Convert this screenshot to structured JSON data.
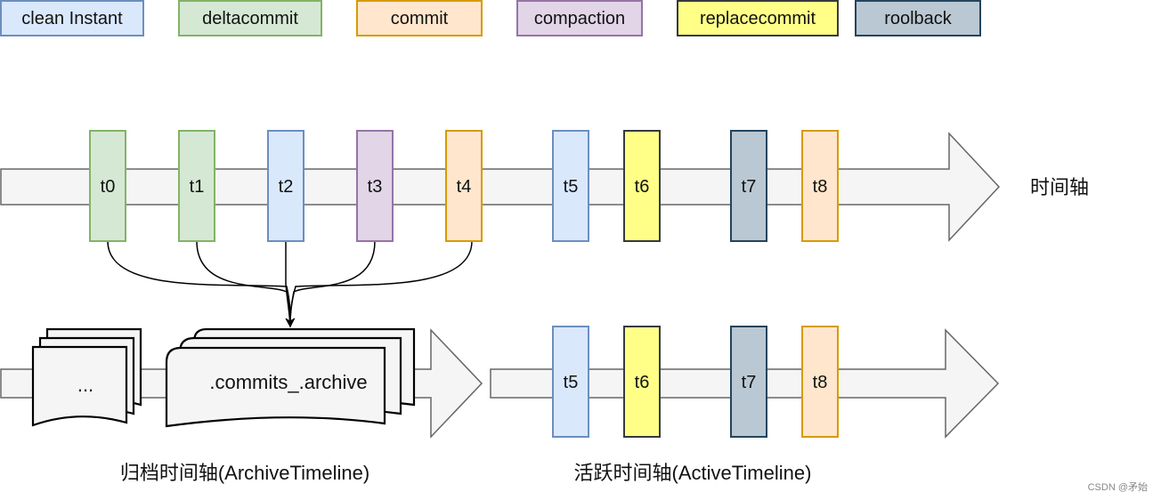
{
  "legend": [
    {
      "label": "clean Instant",
      "fill": "#dae8fc",
      "stroke": "#6c8ebf"
    },
    {
      "label": "deltacommit",
      "fill": "#d5e8d4",
      "stroke": "#82b366"
    },
    {
      "label": "commit",
      "fill": "#ffe6cc",
      "stroke": "#d79b00"
    },
    {
      "label": "compaction",
      "fill": "#e1d5e7",
      "stroke": "#9673a6"
    },
    {
      "label": "replacecommit",
      "fill": "#ffff88",
      "stroke": "#36393d"
    },
    {
      "label": "roolback",
      "fill": "#bac8d3",
      "stroke": "#23445d"
    }
  ],
  "timeline": {
    "label": "时间轴",
    "instants": [
      {
        "label": "t0",
        "type": "deltacommit"
      },
      {
        "label": "t1",
        "type": "deltacommit"
      },
      {
        "label": "t2",
        "type": "clean Instant"
      },
      {
        "label": "t3",
        "type": "compaction"
      },
      {
        "label": "t4",
        "type": "commit"
      },
      {
        "label": "t5",
        "type": "clean Instant"
      },
      {
        "label": "t6",
        "type": "replacecommit"
      },
      {
        "label": "t7",
        "type": "roolback"
      },
      {
        "label": "t8",
        "type": "commit"
      }
    ]
  },
  "archive": {
    "label": "归档时间轴(ArchiveTimeline)",
    "doc_small": "...",
    "doc_large": ".commits_.archive"
  },
  "active": {
    "label": "活跃时间轴(ActiveTimeline)",
    "instants": [
      {
        "label": "t5",
        "type": "clean Instant"
      },
      {
        "label": "t6",
        "type": "replacecommit"
      },
      {
        "label": "t7",
        "type": "roolback"
      },
      {
        "label": "t8",
        "type": "commit"
      }
    ]
  },
  "watermark": "CSDN @矛始"
}
